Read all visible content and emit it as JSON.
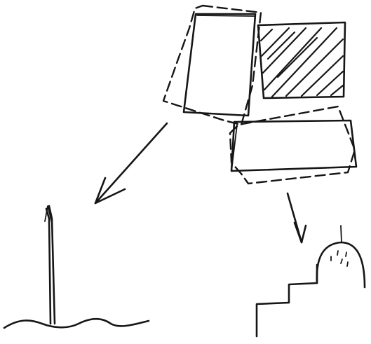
{
  "canvas": {
    "background": "#ffffff",
    "ink_color": "#161616"
  },
  "elements": {
    "tall_rectangle": "rectangle",
    "tall_rectangle_ghost": "dashed-outline",
    "hatched_square": "hatched-rectangle",
    "wide_rectangle": "rectangle",
    "wide_rectangle_ghost": "dashed-outline",
    "arrow_to_tower": "arrow-down-left",
    "arrow_to_stairs": "arrow-down",
    "tall_pole": "vertical-pole",
    "ground_line": "wavy-line",
    "staircase": "stair-steps",
    "dome": "dome",
    "dome_antenna": "vertical-stroke",
    "dome_dots": "dots"
  }
}
